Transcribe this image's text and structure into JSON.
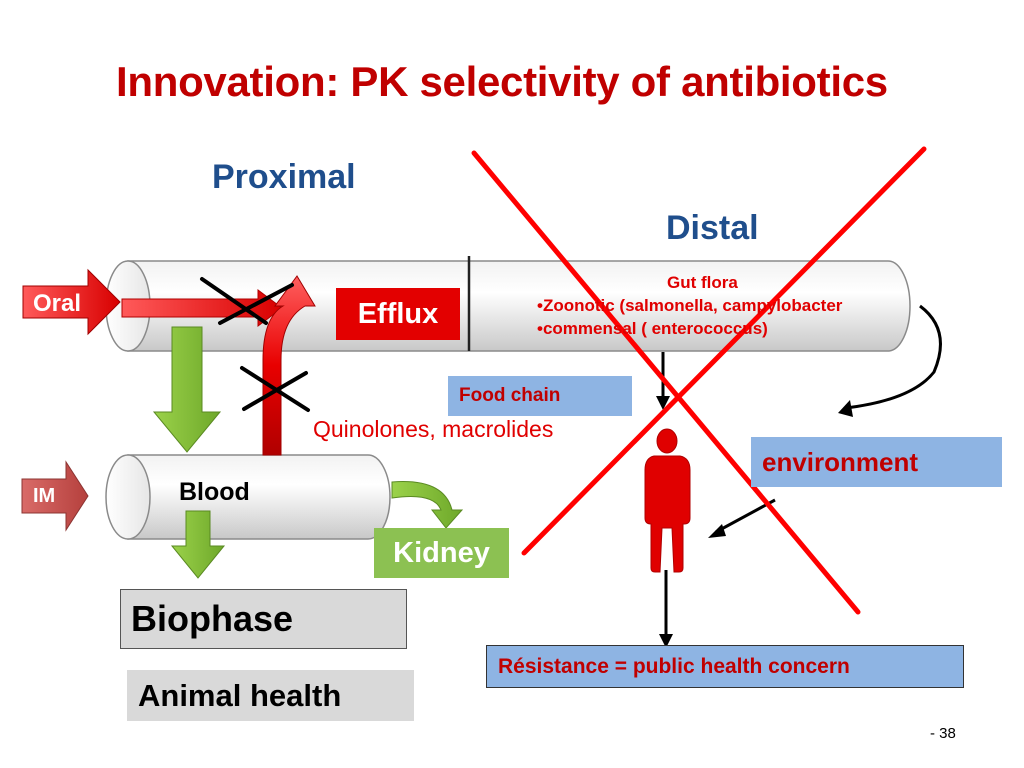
{
  "title": "Innovation:   PK selectivity of antibiotics",
  "labels": {
    "proximal": "Proximal",
    "distal": "Distal",
    "oral": "Oral",
    "im": "IM",
    "efflux": "Efflux",
    "blood": "Blood",
    "kidney": "Kidney",
    "biophase": "Biophase",
    "animal_health": "Animal health",
    "quinolones": "Quinolones, macrolides",
    "food_chain": "Food chain",
    "environment": "environment",
    "resistance": "Résistance = public health concern",
    "page_number": "- 38"
  },
  "gut_flora": {
    "heading": "Gut flora",
    "items": [
      "•Zoonotic (salmonella, campylobacter",
      "•commensal  ( enterococcus)"
    ]
  },
  "colors": {
    "title_red": "#c00000",
    "label_blue": "#1f4e8c",
    "arrow_red": "#e30000",
    "arrow_green": "#8dc63f",
    "box_blue": "#8eb4e3",
    "box_grey": "#d9d9d9",
    "kidney_green": "#8cc152",
    "cross_red": "#ff0000",
    "im_red": "#c0504d"
  }
}
